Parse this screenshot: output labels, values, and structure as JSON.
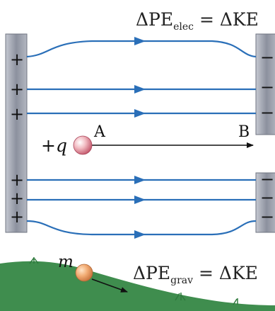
{
  "equations": {
    "elec": {
      "lhs": "ΔPE",
      "sub": "elec",
      "eq": " = ",
      "rhs": "ΔKE"
    },
    "grav": {
      "lhs": "ΔPE",
      "sub": "grav",
      "eq": " = ",
      "rhs": "ΔKE"
    }
  },
  "labels": {
    "charge": "+q",
    "point_a": "A",
    "point_b": "B",
    "mass": "m"
  },
  "plates": {
    "left_signs": [
      "+",
      "+",
      "+",
      "+",
      "+",
      "+"
    ],
    "right_signs": [
      "−",
      "−",
      "−",
      "−",
      "−",
      "−"
    ]
  },
  "colors": {
    "field_line": "#2a6fb8",
    "plate": "#9fa4b0",
    "ground": "#3f8d4e",
    "particle_charge": "#e8a0aa",
    "particle_mass": "#f0b07a",
    "text": "#222222"
  }
}
